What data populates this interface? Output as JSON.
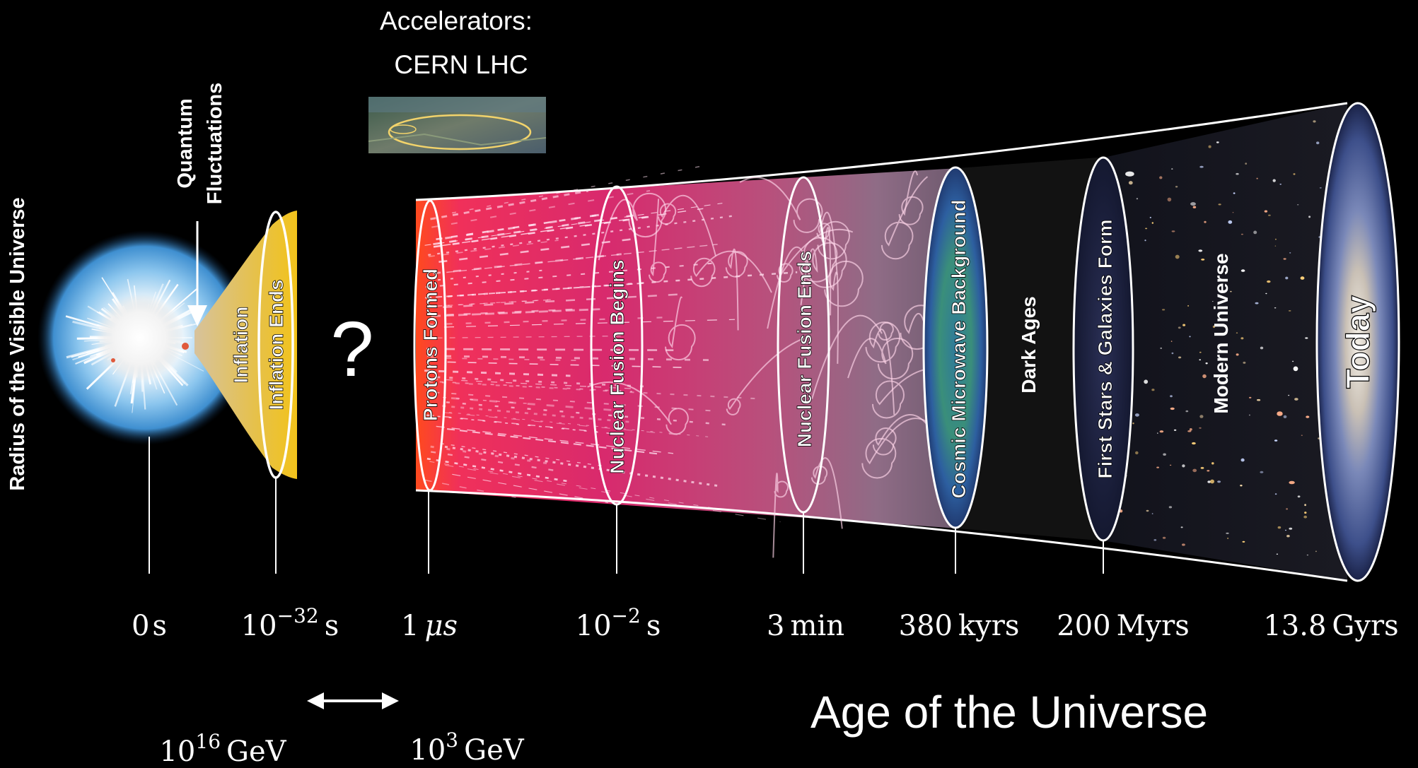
{
  "accelerators": {
    "title_line1": "Accelerators:",
    "title_line2": "CERN LHC"
  },
  "y_axis_label": "Radius of the Visible Universe",
  "quantum_fluctuations": {
    "line1": "Quantum",
    "line2": "Fluctuations"
  },
  "unknown_marker": "?",
  "epochs": [
    {
      "id": "inflation",
      "label": "Inflation"
    },
    {
      "id": "inflation-ends",
      "label": "Inflation Ends"
    },
    {
      "id": "protons-formed",
      "label": "Protons Formed"
    },
    {
      "id": "nuclear-fusion-begins",
      "label": "Nuclear Fusion Begins"
    },
    {
      "id": "nuclear-fusion-ends",
      "label": "Nuclear Fusion Ends"
    },
    {
      "id": "cmb",
      "label": "Cosmic Microwave Background"
    },
    {
      "id": "dark-ages",
      "label": "Dark Ages"
    },
    {
      "id": "first-stars",
      "label": "First Stars & Galaxies Form"
    },
    {
      "id": "modern-universe",
      "label": "Modern Universe"
    },
    {
      "id": "today",
      "label": "Today"
    }
  ],
  "time_ticks": [
    {
      "id": "t0",
      "base": "0",
      "exp": "",
      "unit": "s"
    },
    {
      "id": "t1",
      "base": "10",
      "exp": "−32",
      "unit": "s"
    },
    {
      "id": "t2",
      "base": "1",
      "exp": "",
      "unit": "μs"
    },
    {
      "id": "t3",
      "base": "10",
      "exp": "−2",
      "unit": "s"
    },
    {
      "id": "t4",
      "base": "3",
      "exp": "",
      "unit": "min"
    },
    {
      "id": "t5",
      "base": "380",
      "exp": "",
      "unit": "kyrs"
    },
    {
      "id": "t6",
      "base": "200",
      "exp": "",
      "unit": "Myrs"
    },
    {
      "id": "t7",
      "base": "13.8",
      "exp": "",
      "unit": "Gyrs"
    }
  ],
  "energy_range": {
    "high_base": "10",
    "high_exp": "16",
    "high_unit": "GeV",
    "low_base": "10",
    "low_exp": "3",
    "low_unit": "GeV"
  },
  "x_axis_title": "Age of the Universe",
  "colors": {
    "background": "#000000",
    "inflation_yellow": "#f2c21b",
    "sphere_blue": "#5aa9e6",
    "plasma_red": "#e8304f",
    "plasma_pink": "#d0306e",
    "outline_white": "#ffffff"
  }
}
